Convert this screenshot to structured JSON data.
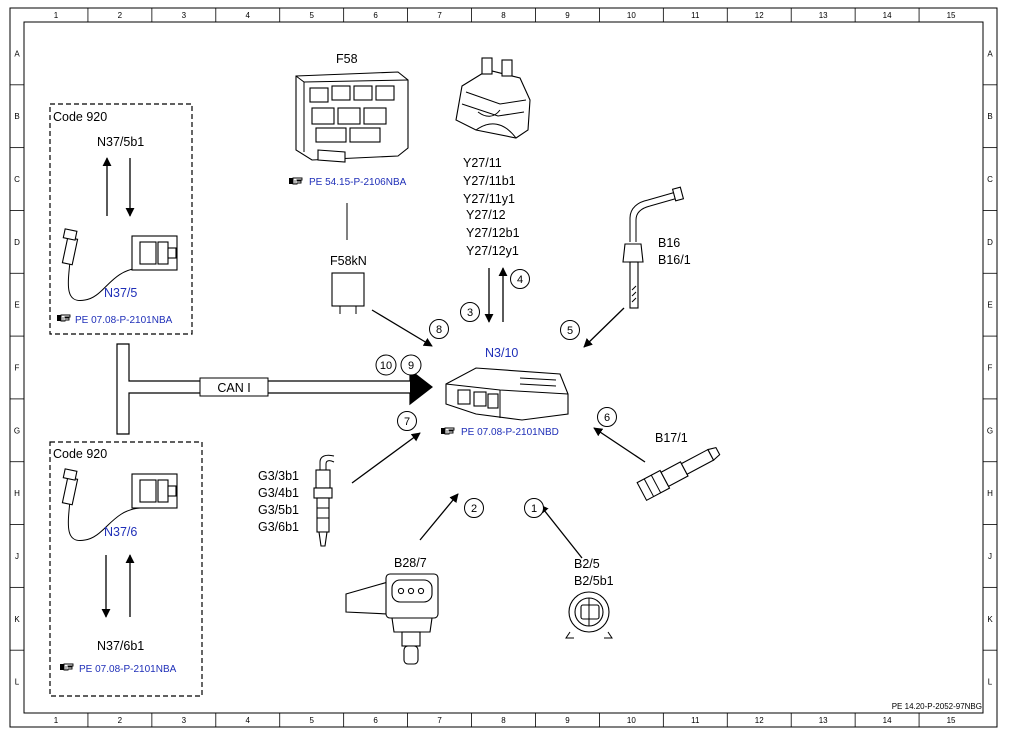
{
  "grid": {
    "columns": [
      "1",
      "2",
      "3",
      "4",
      "5",
      "6",
      "7",
      "8",
      "9",
      "10",
      "11",
      "12",
      "13",
      "14",
      "15"
    ],
    "rows": [
      "A",
      "B",
      "C",
      "D",
      "E",
      "F",
      "G",
      "H",
      "J",
      "K",
      "L"
    ]
  },
  "labels": {
    "f58": "F58",
    "f58_ref": "PE 54.15-P-2106NBA",
    "f58kn": "F58kN",
    "y27": [
      "Y27/11",
      "Y27/11b1",
      "Y27/11y1",
      "Y27/12",
      "Y27/12b1",
      "Y27/12y1"
    ],
    "b16": [
      "B16",
      "B16/1"
    ],
    "n310": "N3/10",
    "n310_ref": "PE 07.08-P-2101NBD",
    "b171": "B17/1",
    "g3": [
      "G3/3b1",
      "G3/4b1",
      "G3/5b1",
      "G3/6b1"
    ],
    "b287": "B28/7",
    "b25": [
      "B2/5",
      "B2/5b1"
    ],
    "can": "CAN I",
    "code_top": "Code 920",
    "n375b1": "N37/5b1",
    "n375": "N37/5",
    "n375_ref": "PE 07.08-P-2101NBA",
    "code_bottom": "Code 920",
    "n376": "N37/6",
    "n376b1": "N37/6b1",
    "n376_ref": "PE 07.08-P-2101NBA",
    "footer": "PE 14.20-P-2052-97NBG"
  },
  "signals": {
    "s1": "1",
    "s2": "2",
    "s3": "3",
    "s4": "4",
    "s5": "5",
    "s6": "6",
    "s7": "7",
    "s8": "8",
    "s9": "9",
    "s10": "10"
  },
  "colors": {
    "ink": "#000000",
    "link": "#1f2fb8",
    "paper": "#ffffff"
  },
  "icons": {
    "reference": "pointing-hand-icon"
  }
}
